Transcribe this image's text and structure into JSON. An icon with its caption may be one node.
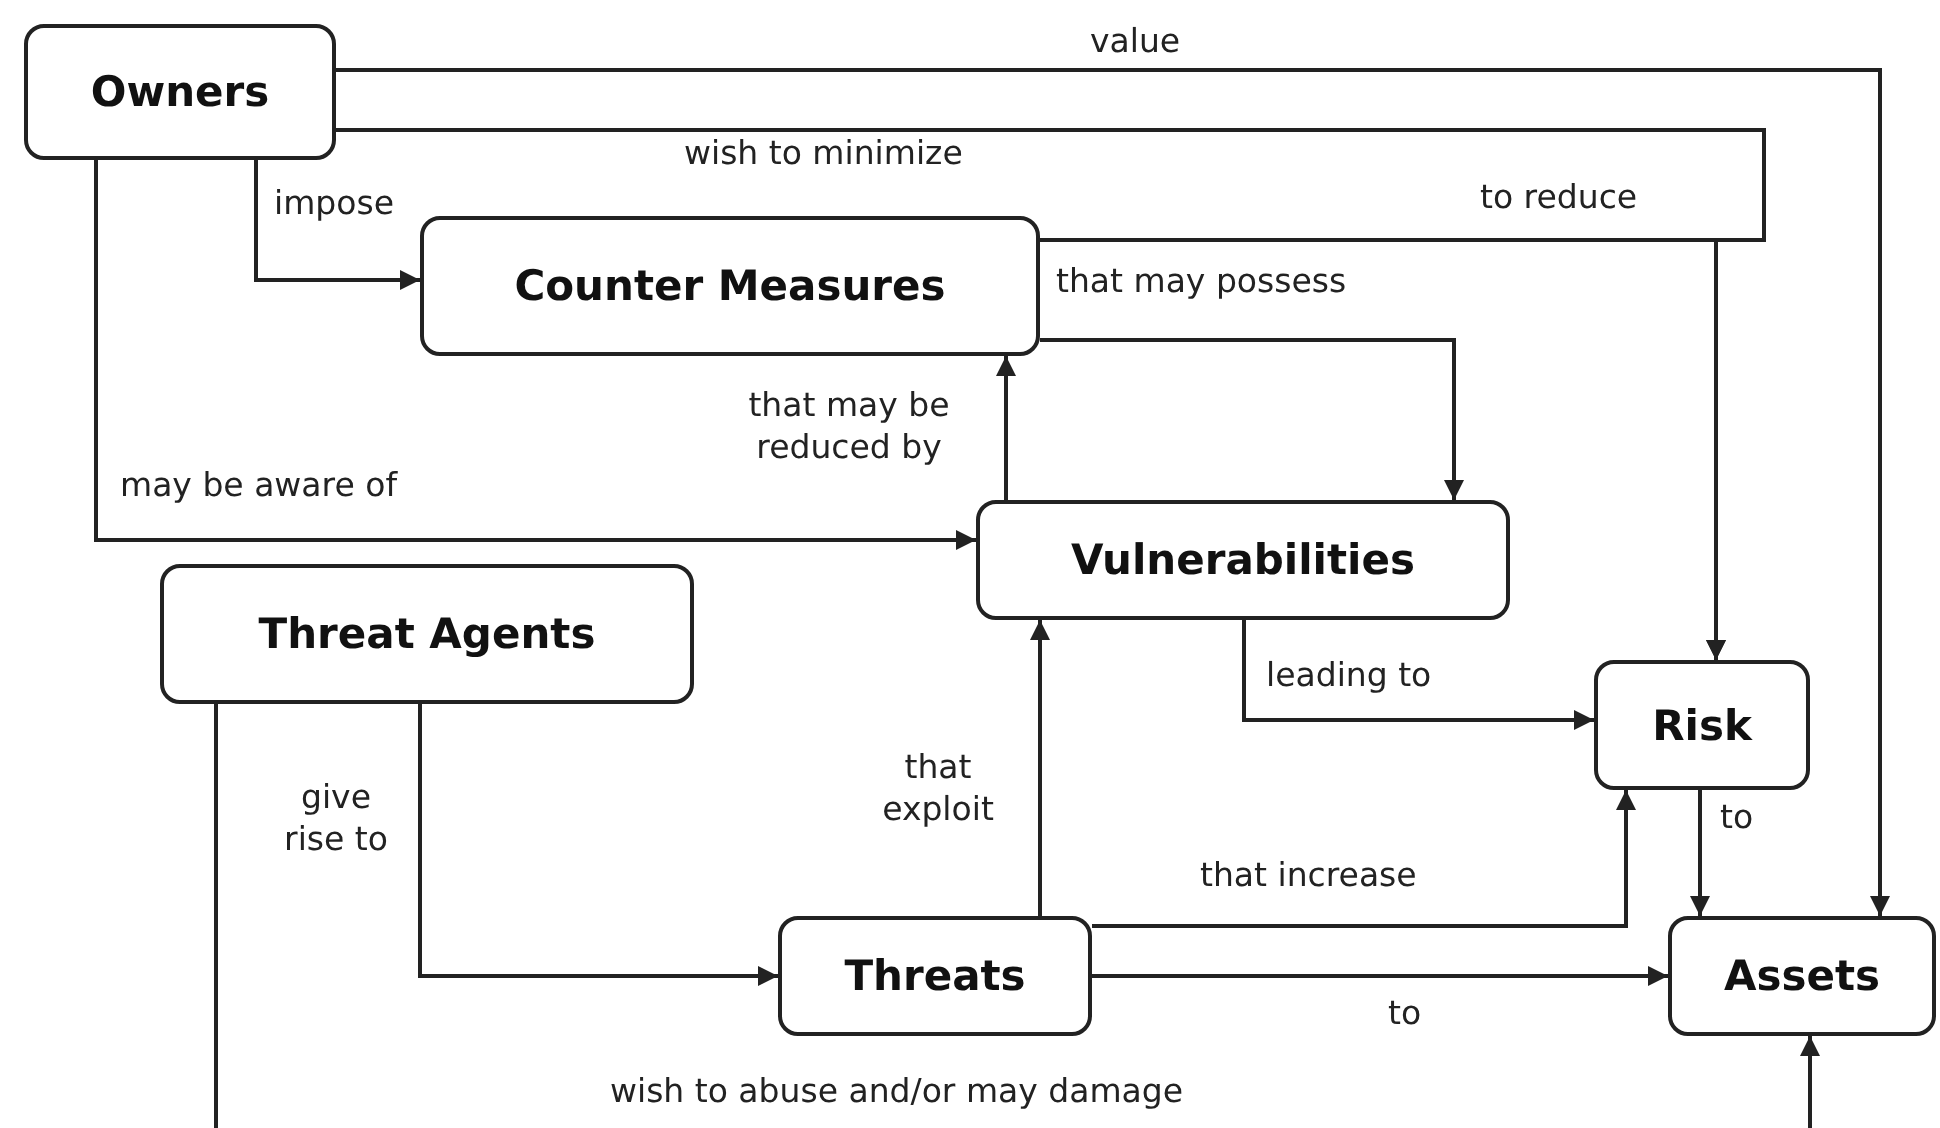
{
  "diagram": {
    "nodes": [
      {
        "text": [
          "Owners"
        ]
      },
      {
        "text": [
          "Counter Measures"
        ]
      },
      {
        "text": [
          "Vulnerabilities"
        ]
      },
      {
        "text": [
          "Threat Agents"
        ]
      },
      {
        "text": [
          "Risk"
        ]
      },
      {
        "text": [
          "Threats"
        ]
      },
      {
        "text": [
          "Assets"
        ]
      }
    ],
    "edges": [
      {
        "from": 0,
        "to": 6,
        "arrow": "to",
        "label": "value"
      },
      {
        "from": 0,
        "to": 1,
        "arrow": "to",
        "label": "impose"
      },
      {
        "from": 0,
        "to": 4,
        "arrow": "to",
        "label": "wish to minimize"
      },
      {
        "from": 1,
        "to": 4,
        "arrow": "to",
        "label": "to reduce"
      },
      {
        "from": 1,
        "to": 2,
        "arrow": "to",
        "label": "that may possess"
      },
      {
        "from": 2,
        "to": 1,
        "arrow": "to",
        "label": "that may be reduced by"
      },
      {
        "from": 0,
        "to": 2,
        "arrow": "to",
        "label": "may be aware of"
      },
      {
        "from": 2,
        "to": 4,
        "arrow": "to",
        "label": "leading to"
      },
      {
        "from": 3,
        "to": 5,
        "arrow": "to",
        "label": "give rise to"
      },
      {
        "from": 5,
        "to": 2,
        "arrow": "to",
        "label": "that exploit"
      },
      {
        "from": 5,
        "to": 4,
        "arrow": "to",
        "label": "that increase"
      },
      {
        "from": 5,
        "to": 6,
        "arrow": "to",
        "label": "to"
      },
      {
        "from": 4,
        "to": 6,
        "arrow": "to",
        "label": "to"
      },
      {
        "from": 3,
        "to": 6,
        "arrow": "to",
        "label": "wish to abuse and/or may damage"
      }
    ]
  }
}
